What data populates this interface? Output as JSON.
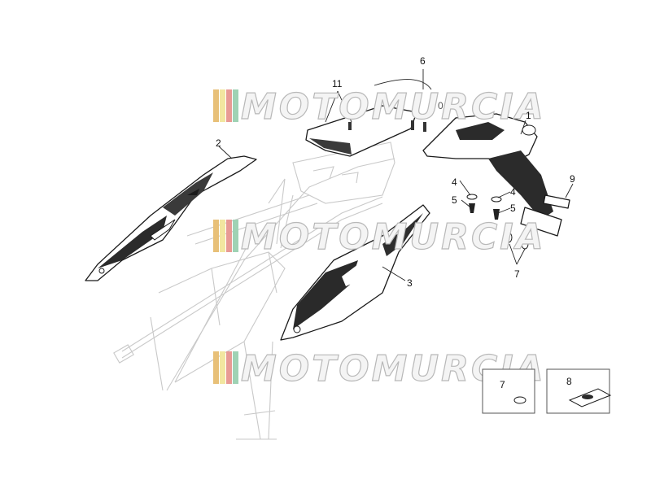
{
  "watermark": {
    "text": "MOTOMURCIA",
    "stripe_colors": [
      "#e8c078",
      "#f2e6a0",
      "#e89a94",
      "#9fd2b4"
    ]
  },
  "callouts": [
    {
      "id": "c1",
      "label": "1"
    },
    {
      "id": "c2",
      "label": "2"
    },
    {
      "id": "c3",
      "label": "3"
    },
    {
      "id": "c4a",
      "label": "4"
    },
    {
      "id": "c4b",
      "label": "4"
    },
    {
      "id": "c5a",
      "label": "5"
    },
    {
      "id": "c5b",
      "label": "5"
    },
    {
      "id": "c6",
      "label": "6"
    },
    {
      "id": "c7",
      "label": "7"
    },
    {
      "id": "c9",
      "label": "9"
    },
    {
      "id": "c11",
      "label": "11"
    },
    {
      "id": "c10",
      "label": "0"
    }
  ],
  "insets": [
    {
      "label": "7"
    },
    {
      "label": "8"
    }
  ]
}
